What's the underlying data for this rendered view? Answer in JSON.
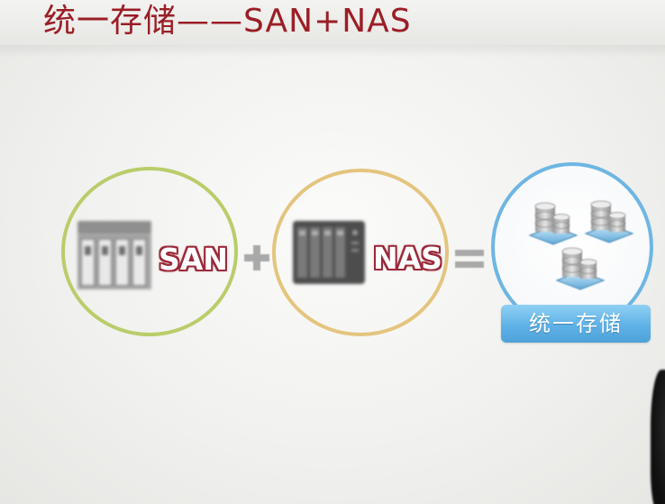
{
  "slide": {
    "title": "统一存储——SAN+NAS"
  },
  "diagram": {
    "san": {
      "label": "SAN",
      "ring_color": "#b9cd6a",
      "icon": "san-storage-array-icon"
    },
    "operator_plus": {
      "icon": "plus-icon"
    },
    "nas": {
      "label": "NAS",
      "ring_color": "#e4c57e",
      "icon": "nas-storage-box-icon"
    },
    "operator_equals": {
      "icon": "equals-icon"
    },
    "unified": {
      "label": "统一存储",
      "ring_color": "#6eb6e3",
      "badge_color": "#5fb2e6",
      "icon": "database-server-icon"
    }
  },
  "colors": {
    "title": "#9b1e26",
    "label_outline": "#9b2a3a"
  }
}
